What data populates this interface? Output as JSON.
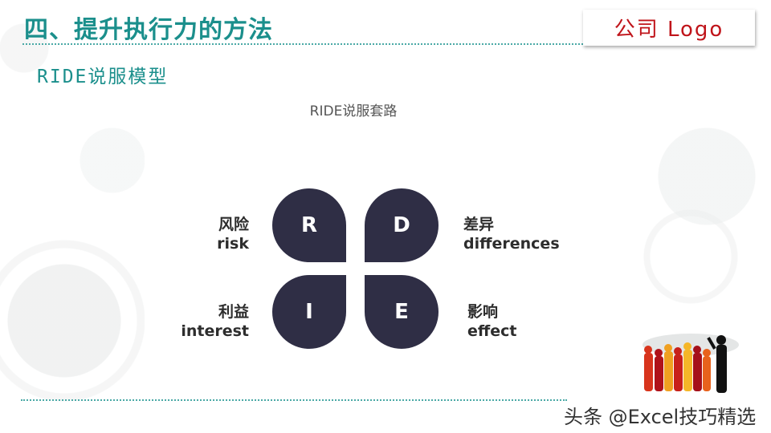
{
  "slide": {
    "title": "四、提升执行力的方法",
    "subtitle": "RIDE说服模型",
    "logo_text": "公司 Logo",
    "accent_color": "#1b8f8c",
    "logo_color": "#c0141a"
  },
  "diagram": {
    "title": "RIDE说服套路",
    "petal_color": "#2f2e45",
    "items": [
      {
        "letter": "R",
        "zh": "风险",
        "en": "risk",
        "position": "top-left"
      },
      {
        "letter": "D",
        "zh": "差异",
        "en": "differences",
        "position": "top-right"
      },
      {
        "letter": "I",
        "zh": "利益",
        "en": "interest",
        "position": "bottom-left"
      },
      {
        "letter": "E",
        "zh": "影响",
        "en": "effect",
        "position": "bottom-right"
      }
    ]
  },
  "watermark": {
    "text": "头条 @Excel技巧精选"
  }
}
